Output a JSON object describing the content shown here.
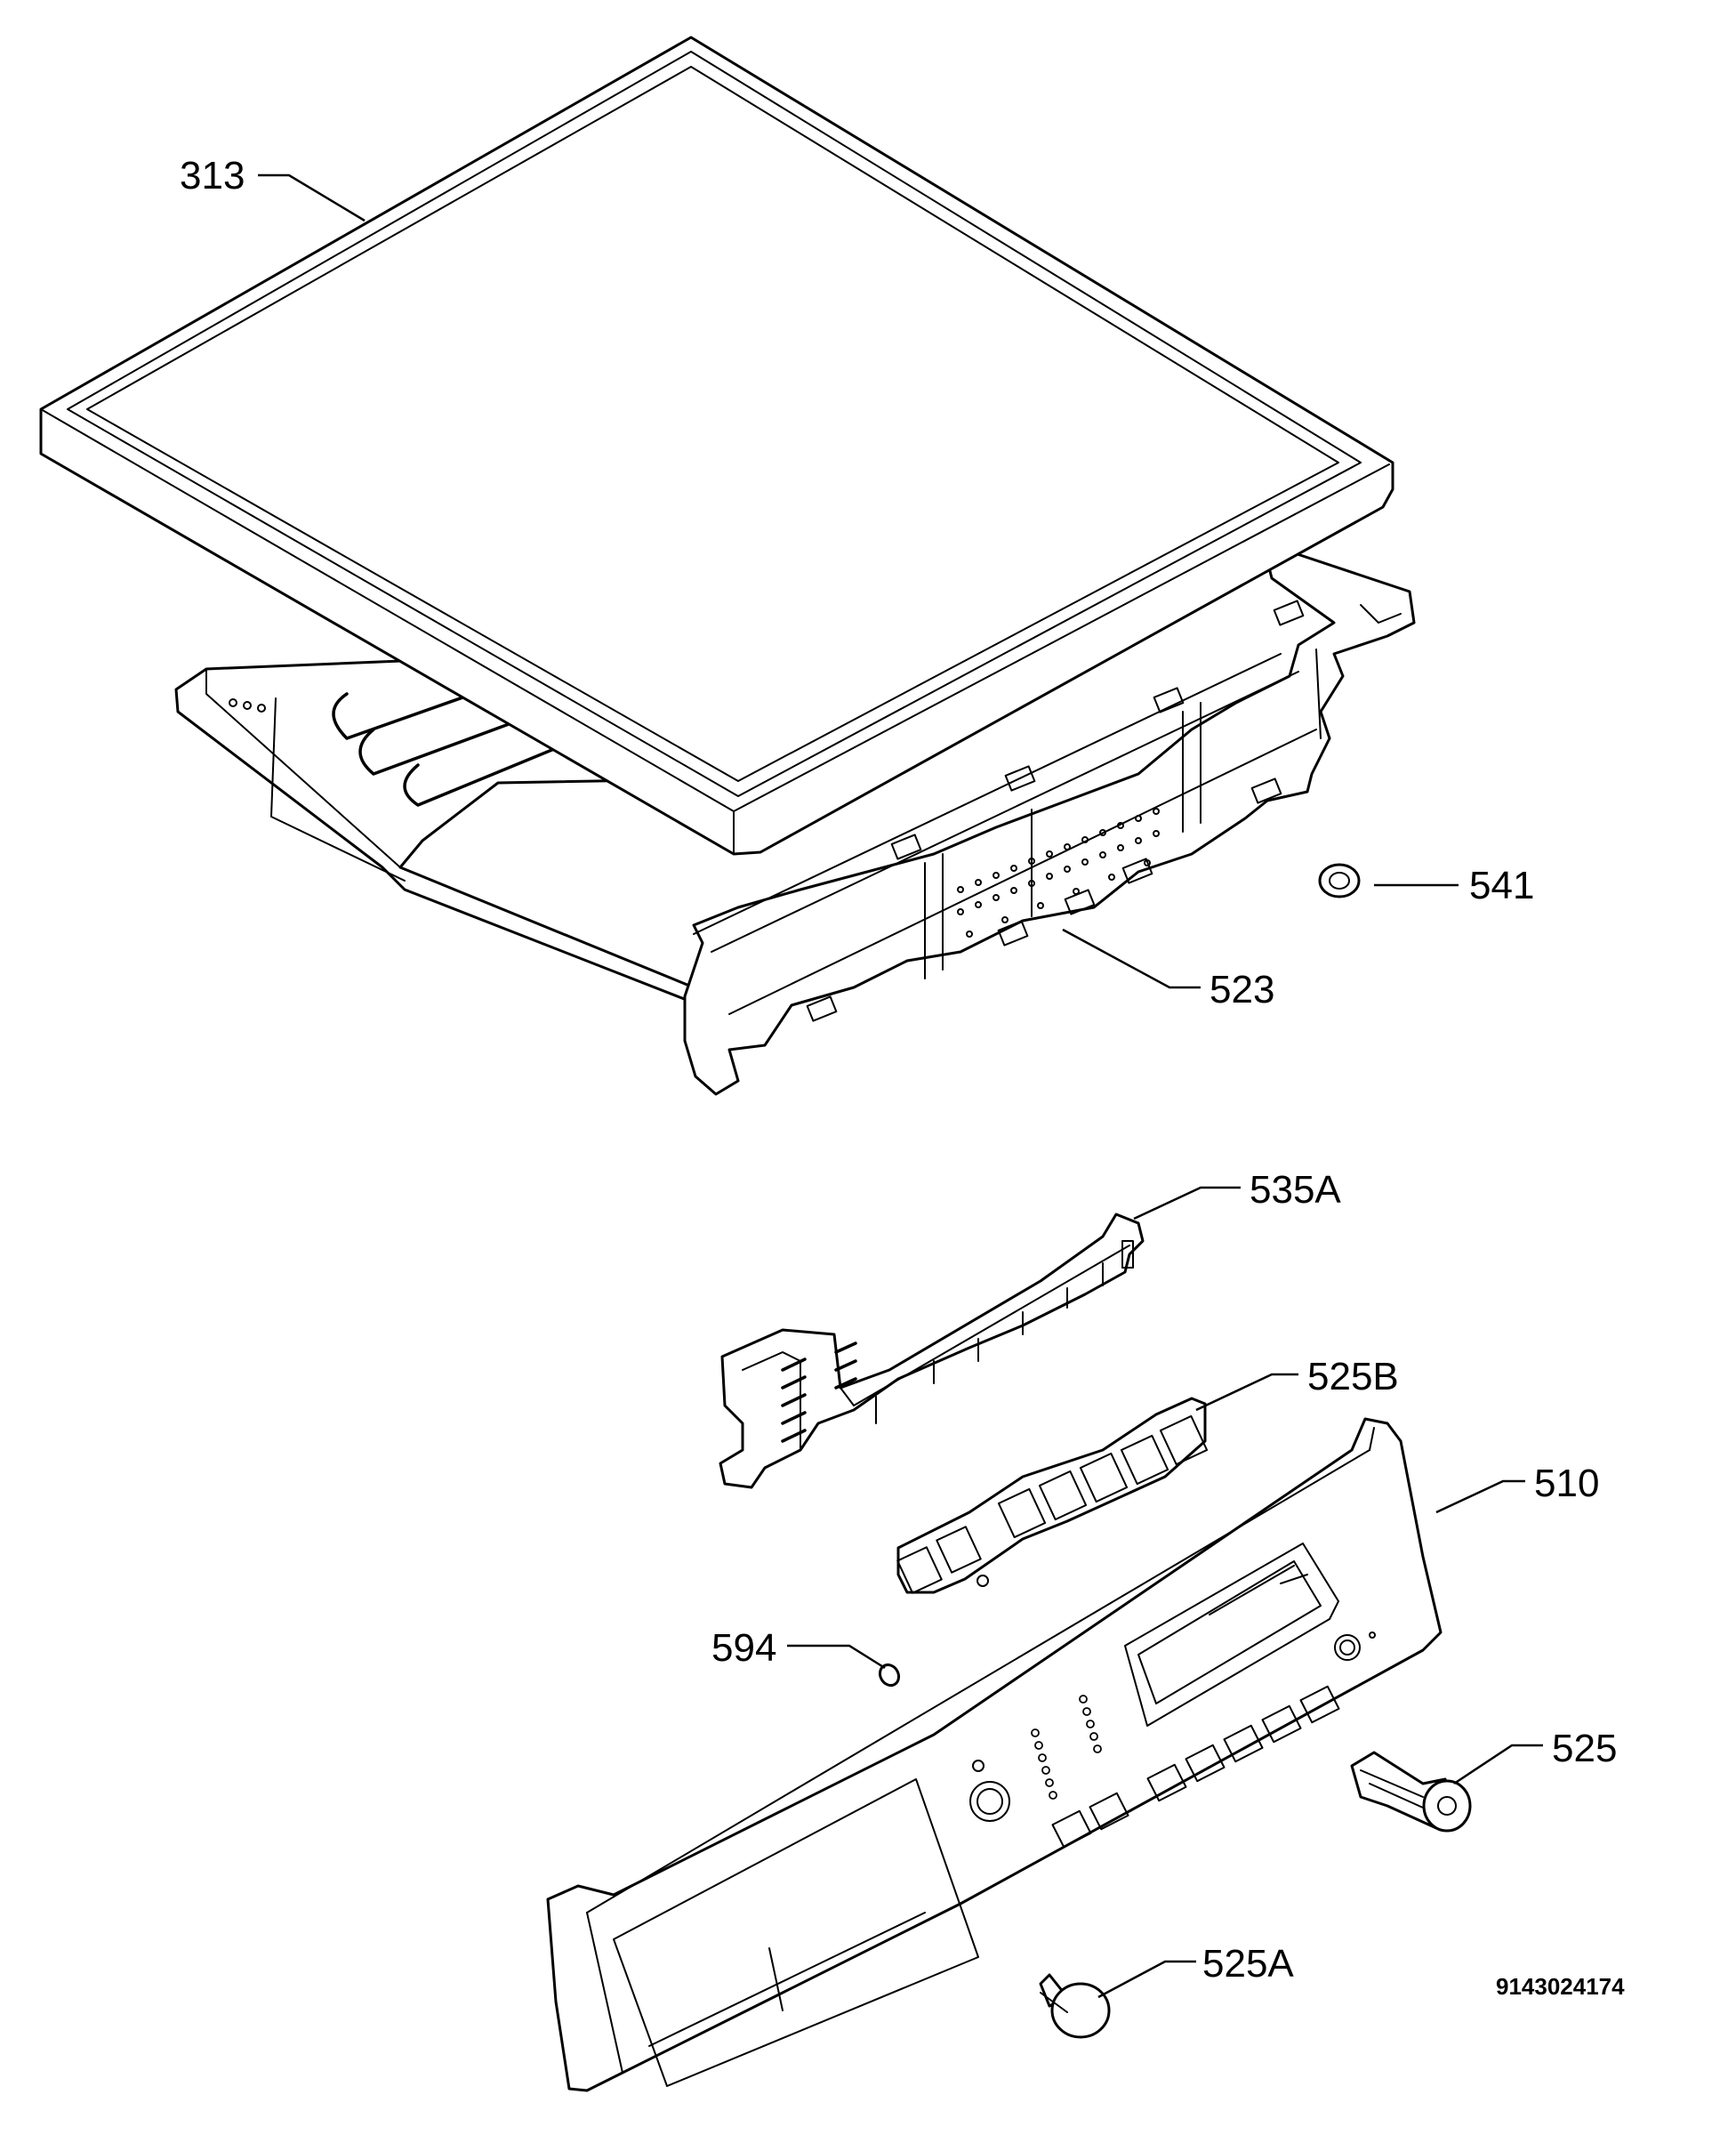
{
  "labels": {
    "p313": "313",
    "p541": "541",
    "p523": "523",
    "p535A": "535A",
    "p525B": "525B",
    "p510": "510",
    "p594": "594",
    "p525": "525",
    "p525A": "525A"
  },
  "drawing_number": "9143024174",
  "colors": {
    "line": "#000000",
    "background": "#ffffff"
  }
}
